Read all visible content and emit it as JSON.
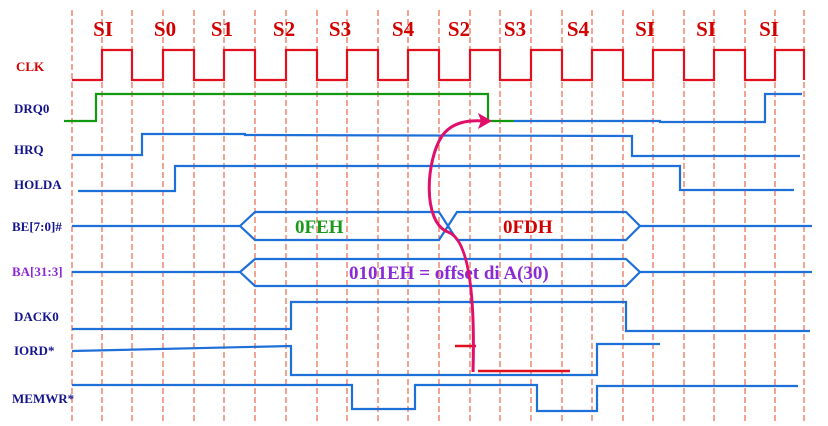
{
  "states": [
    "SI",
    "S0",
    "S1",
    "S2",
    "S3",
    "S4",
    "S2",
    "S3",
    "S4",
    "SI",
    "SI",
    "SI"
  ],
  "signals": {
    "clk": "CLK",
    "drq0": "DRQ0",
    "hrq": "HRQ",
    "holda": "HOLDA",
    "be": "BE[7:0]#",
    "ba": "BA[31:3]",
    "dack0": "DACK0",
    "iord": "IORD*",
    "memwr": "MEMWR*"
  },
  "bus_values": {
    "be_first": "0FEH",
    "be_second": "0FDH",
    "ba": "0101EH = offset di A(30)"
  },
  "colors": {
    "grid": "#e8694a",
    "clock": "#e0101e",
    "signal": "#1f6fd8",
    "drq": "#119a11",
    "arrow": "#e0106a",
    "label_red": "#d20000",
    "label_blue": "#14148c",
    "label_purple": "#8a2ad6",
    "be_first_color": "#1a9a1a",
    "be_second_color": "#d20000",
    "ba_color": "#8a2ad6"
  }
}
